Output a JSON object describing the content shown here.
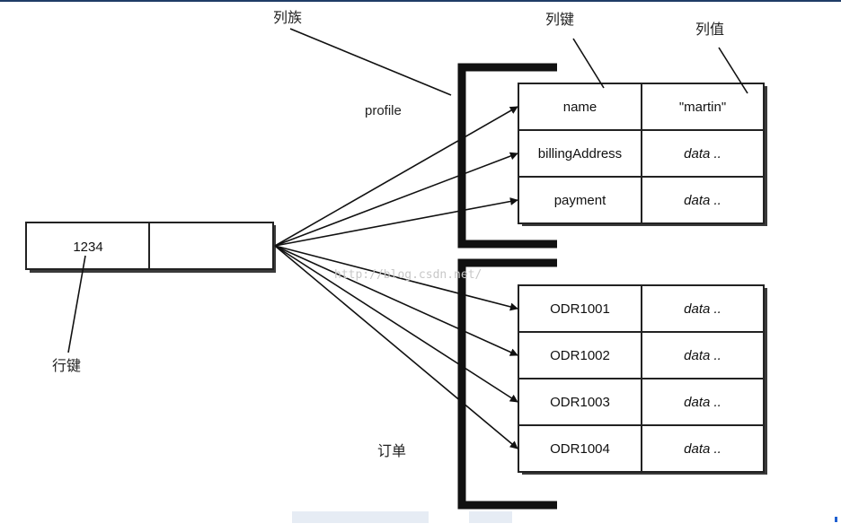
{
  "labels": {
    "column_family": "列族",
    "column_key": "列键",
    "column_value": "列值",
    "row_key": "行键",
    "profile": "profile",
    "orders": "订单"
  },
  "row": {
    "key": "1234",
    "value": ""
  },
  "profile_columns": [
    {
      "key": "name",
      "value": "\"martin\""
    },
    {
      "key": "billingAddress",
      "value": "data .."
    },
    {
      "key": "payment",
      "value": "data .."
    }
  ],
  "order_columns": [
    {
      "key": "ODR1001",
      "value": "data .."
    },
    {
      "key": "ODR1002",
      "value": "data .."
    },
    {
      "key": "ODR1003",
      "value": "data .."
    },
    {
      "key": "ODR1004",
      "value": "data .."
    }
  ],
  "watermark": "http://blog.csdn.net/"
}
